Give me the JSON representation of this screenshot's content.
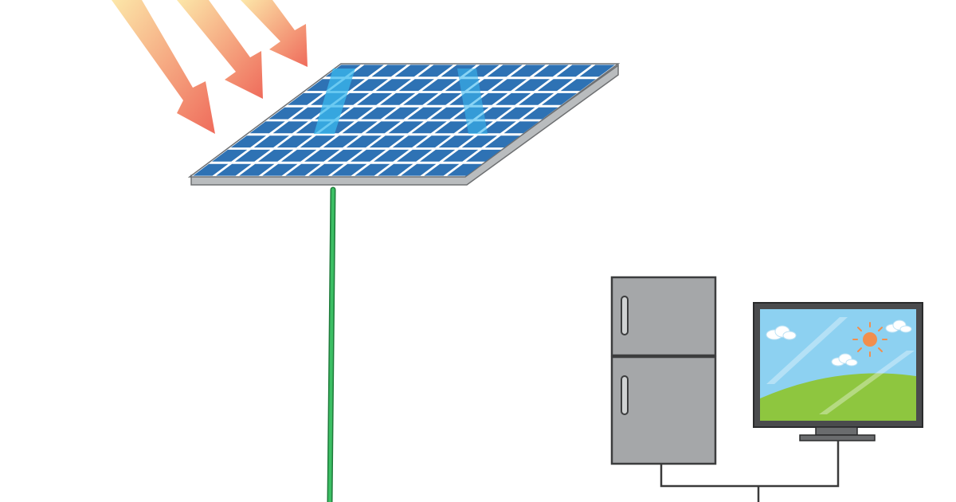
{
  "scene": {
    "sun_rays": {
      "count": 3,
      "gradient_start": "#FCE7A9",
      "gradient_end": "#EF6B5B"
    },
    "solar_panel": {
      "rows": 8,
      "columns": 12,
      "cell_color": "#2E72B4",
      "cell_line": "#FFFFFF",
      "frame_color": "#B9BCBE",
      "highlight_color": "#3AB8EE"
    },
    "cable": {
      "color": "#2EA44F"
    },
    "refrigerator": {
      "body_color": "#A5A7A9",
      "outline": "#3C3D3E"
    },
    "monitor": {
      "frame_color": "#4A4B4D",
      "sky_color": "#8DD1F1",
      "grass_color": "#8EC63F",
      "sun_color": "#F28E4C"
    },
    "wiring": {
      "color": "#3A3A3A"
    }
  }
}
